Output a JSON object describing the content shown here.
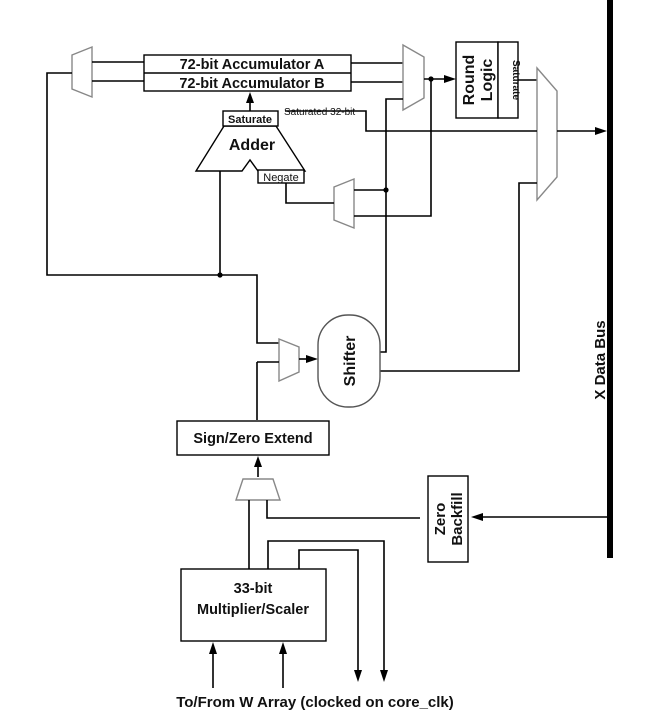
{
  "diagram": {
    "accumulators": {
      "a_label": "72-bit Accumulator A",
      "b_label": "72-bit Accumulator B"
    },
    "adder": {
      "label": "Adder",
      "saturate_label": "Saturate",
      "negate_label": "Negate",
      "saturated_output_label": "Saturated 32-bit"
    },
    "round_logic": {
      "label_line1": "Round",
      "label_line2": "Logic",
      "saturate_label": "Saturate"
    },
    "shifter": {
      "label": "Shifter"
    },
    "sign_zero_extend": {
      "label": "Sign/Zero Extend"
    },
    "zero_backfill": {
      "label_line1": "Zero",
      "label_line2": "Backfill"
    },
    "multiplier": {
      "label_line1": "33-bit",
      "label_line2": "Multiplier/Scaler"
    },
    "bus": {
      "label": "X Data Bus",
      "color": "#000000"
    },
    "footer": {
      "label": "To/From W Array (clocked on core_clk)"
    }
  }
}
